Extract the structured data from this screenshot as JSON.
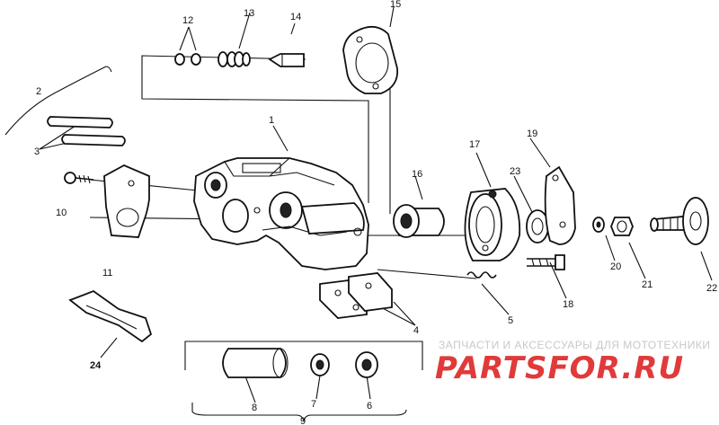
{
  "callouts": {
    "c1": "1",
    "c2": "2",
    "c3": "3",
    "c4": "4",
    "c5": "5",
    "c6": "6",
    "c7": "7",
    "c8": "8",
    "c9": "9",
    "c10": "10",
    "c11": "11",
    "c12": "12",
    "c13": "13",
    "c14": "14",
    "c15": "15",
    "c16": "16",
    "c17": "17",
    "c18": "18",
    "c19": "19",
    "c20": "20",
    "c21": "21",
    "c22": "22",
    "c23": "23",
    "c24": "24"
  },
  "watermark": {
    "tagline": "ЗАПЧАСТИ И АКСЕССУАРЫ ДЛЯ МОТОТЕХНИКИ",
    "brand": "PARTSFOR.RU",
    "tagline_color": "#c8c8c8",
    "brand_color": "#e03a3a"
  }
}
